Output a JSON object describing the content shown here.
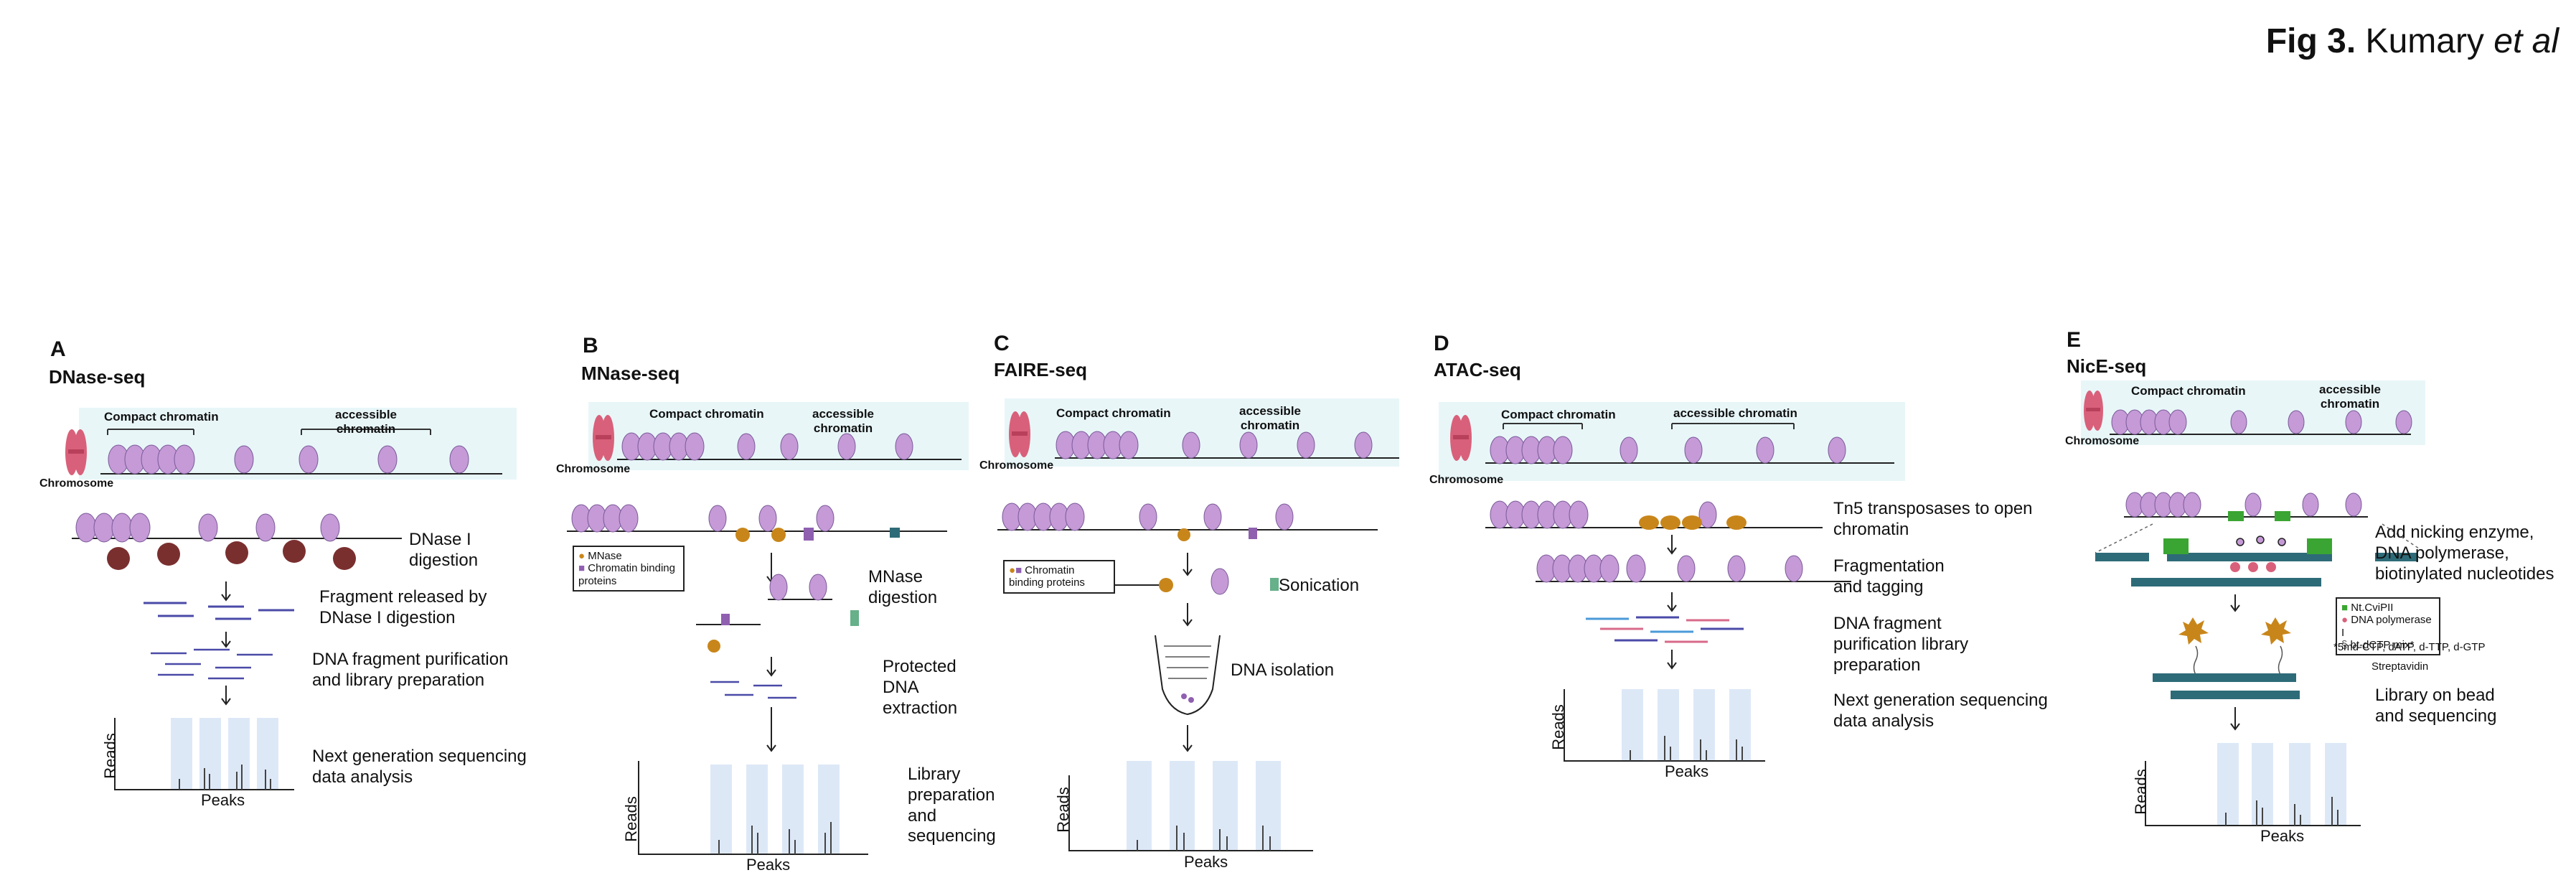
{
  "figure_title": {
    "prefix": "Fig 3.",
    "authors": "Kumary",
    "suffix": "et al"
  },
  "panels": {
    "A": {
      "letter": "A",
      "name": "DNase-seq",
      "compact": "Compact chromatin",
      "accessible": "accessible chromatin",
      "chromosome": "Chromosome",
      "steps": [
        "DNase I digestion",
        "Fragment released by DNase I digestion",
        "DNA fragment purification and library preparation",
        "Next generation sequencing data analysis"
      ],
      "ylabel": "Reads",
      "xlabel": "Peaks"
    },
    "B": {
      "letter": "B",
      "name": "MNase-seq",
      "compact": "Compact chromatin",
      "accessible": "accessible chromatin",
      "chromosome": "Chromosome",
      "legend": [
        "MNase",
        "Chromatin binding proteins"
      ],
      "steps": [
        "MNase digestion",
        "Protected DNA extraction",
        "Library preparation and sequencing"
      ],
      "ylabel": "Reads",
      "xlabel": "Peaks"
    },
    "C": {
      "letter": "C",
      "name": "FAIRE-seq",
      "compact": "Compact chromatin",
      "accessible": "accessible chromatin",
      "chromosome": "Chromosome",
      "legend": [
        "Chromatin binding proteins"
      ],
      "steps": [
        "Sonication",
        "DNA isolation"
      ],
      "ylabel": "Reads",
      "xlabel": "Peaks"
    },
    "D": {
      "letter": "D",
      "name": "ATAC-seq",
      "compact": "Compact chromatin",
      "accessible": "accessible chromatin",
      "chromosome": "Chromosome",
      "steps": [
        "Tn5 transposases to open chromatin",
        "Fragmentation and tagging",
        "DNA fragment purification library preparation",
        "Next generation sequencing data analysis"
      ],
      "ylabel": "Reads",
      "xlabel": "Peaks"
    },
    "E": {
      "letter": "E",
      "name": "NicE-seq",
      "compact": "Compact chromatin",
      "accessible": "accessible chromatin",
      "chromosome": "Chromosome",
      "legend": [
        "Nt.CviPII",
        "DNA polymerase I",
        "bt-dCTP mix*"
      ],
      "note": "*5md-CTP, dATP, d-TTP, d-GTP",
      "streptavidin": "Streptavidin",
      "steps": [
        "Add nicking enzyme, DNA polymerase, biotinylated nucleotides",
        "Library on bead and sequencing"
      ],
      "ylabel": "Reads",
      "xlabel": "Peaks"
    }
  },
  "colors": {
    "chromatin_bg": "#e8f6f8",
    "peak_bg": "#dde8f7",
    "chromosome": "#d9607a",
    "nucleosome": "#c59ad6",
    "enzyme": "#7a2f2f",
    "fragment": "#4a4aa8",
    "tn5": "#c8861a",
    "nick": "#3aa532",
    "bead": "#2e6b78"
  }
}
